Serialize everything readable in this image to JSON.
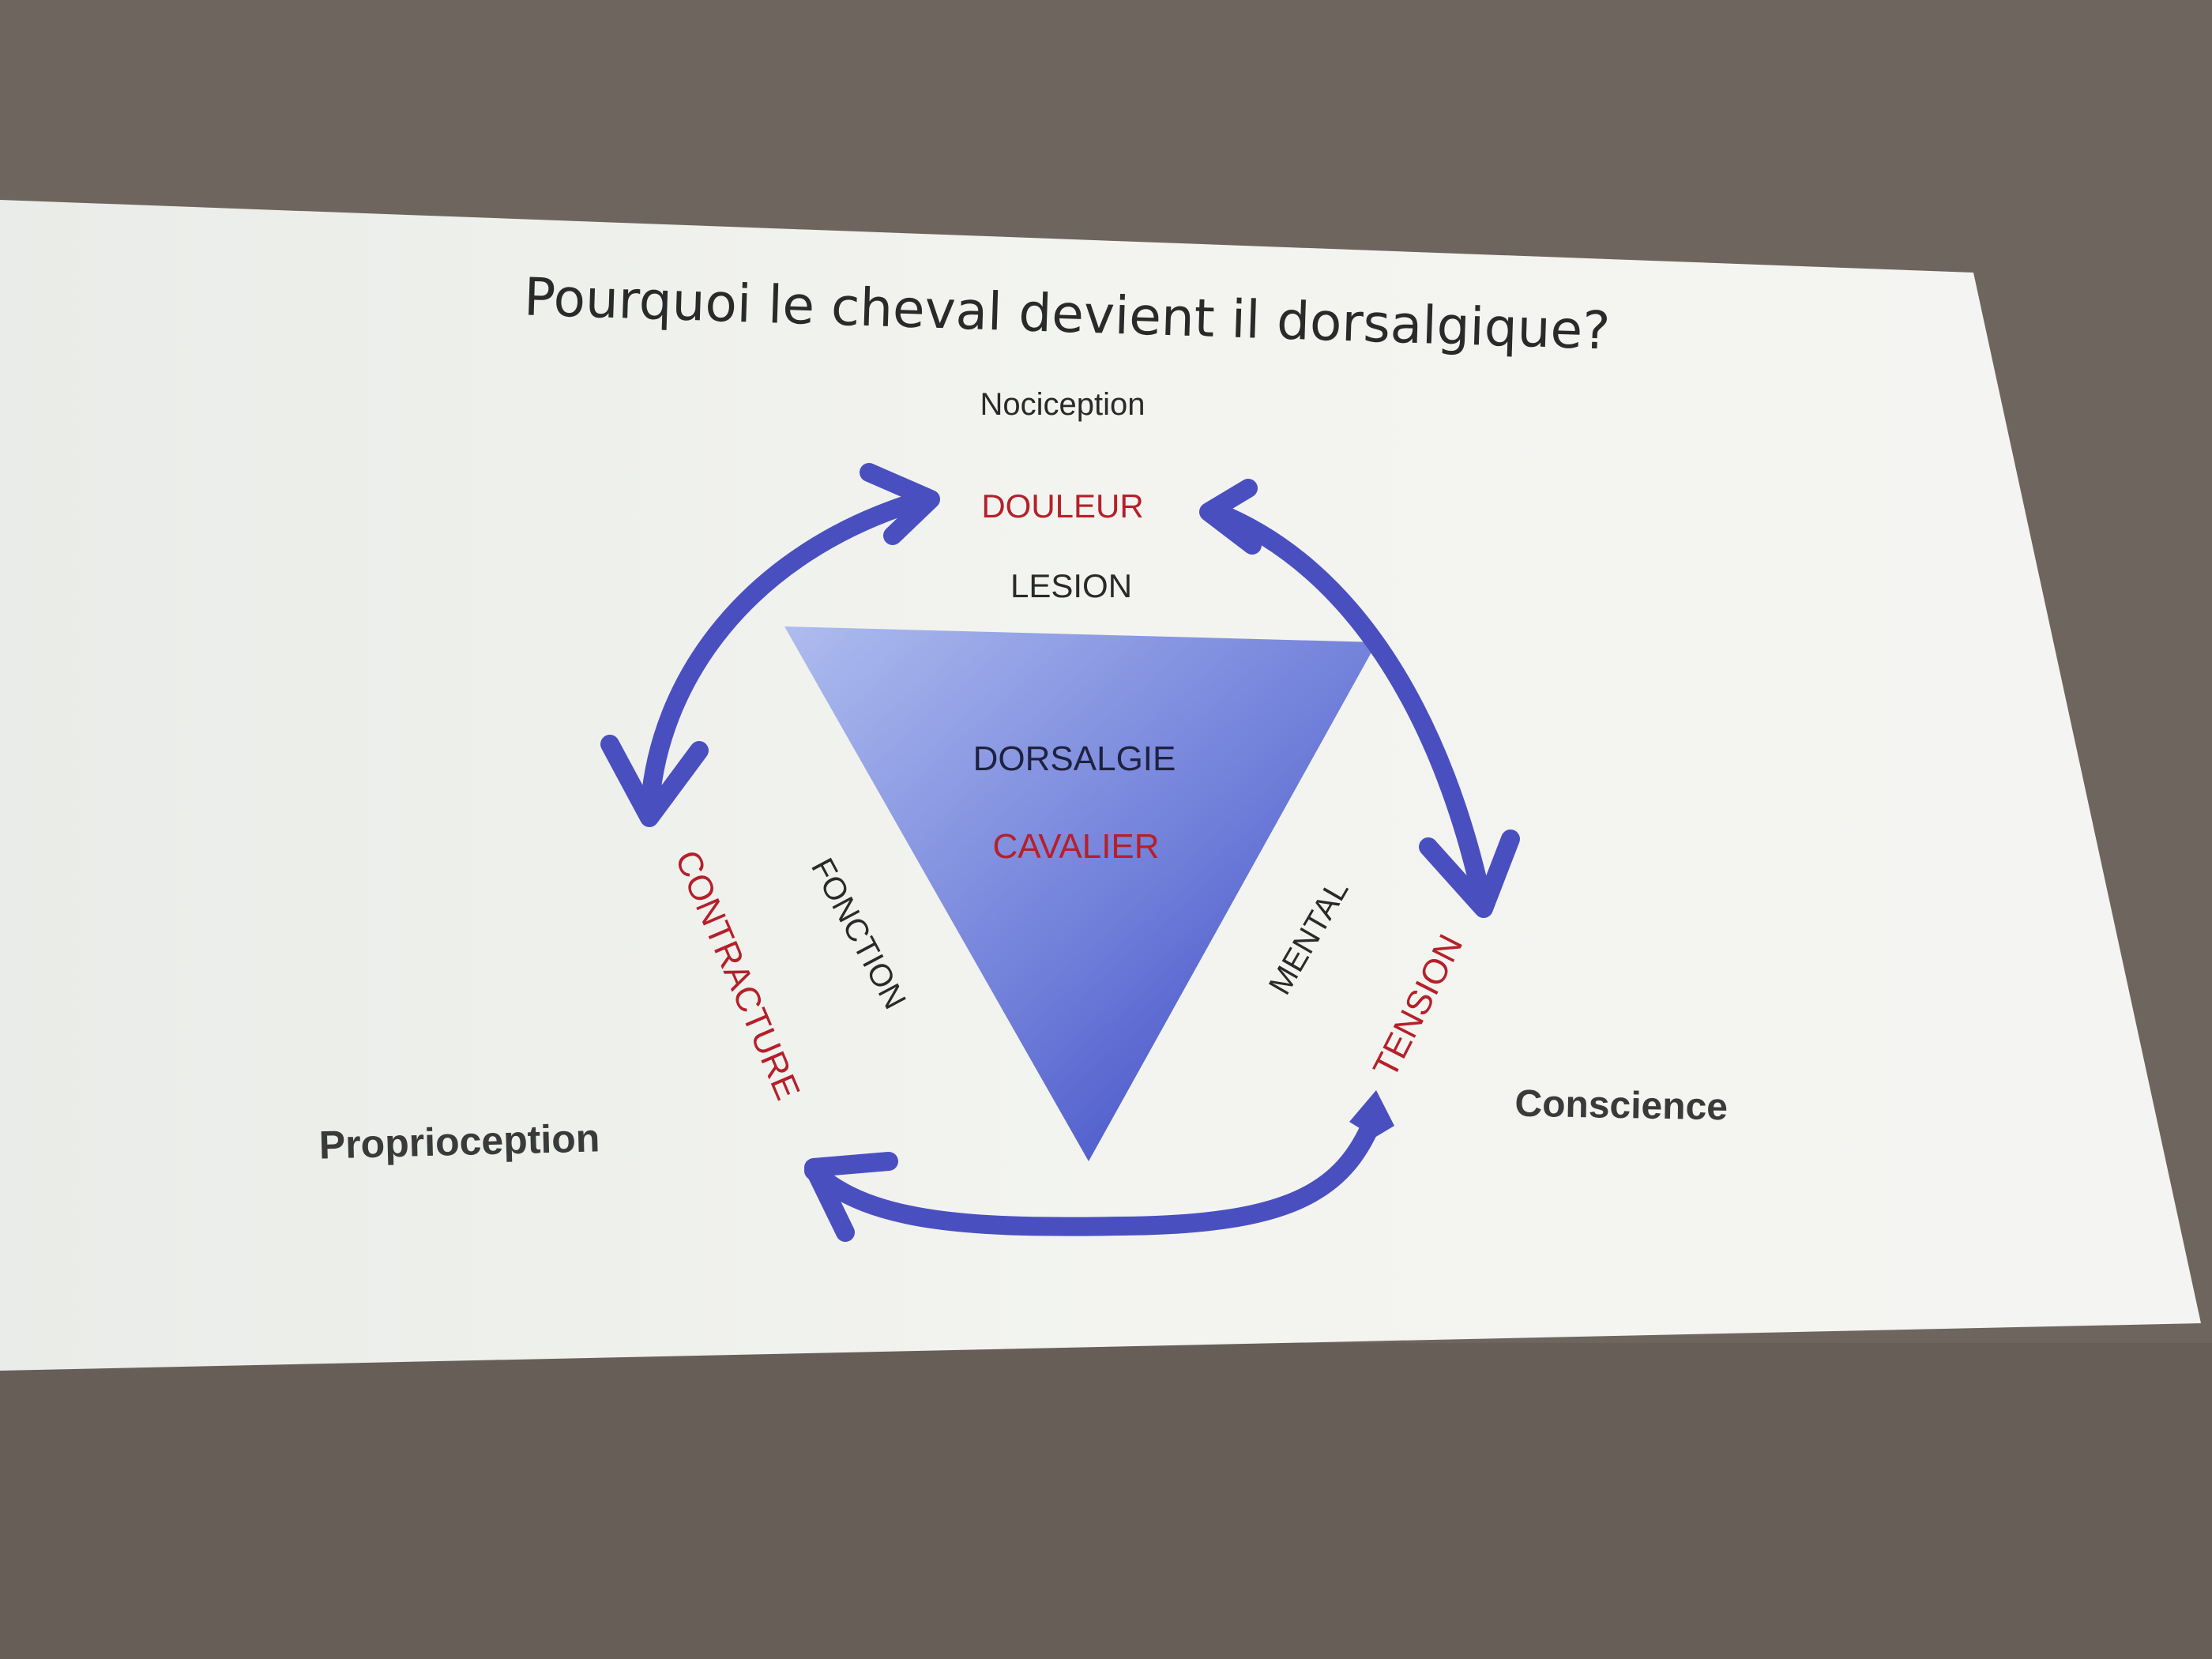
{
  "slide": {
    "title": "Pourquoi le cheval devient il dorsalgique?"
  },
  "diagram": {
    "outer_labels": {
      "top": "Nociception",
      "left": "Proprioception",
      "right": "Conscience"
    },
    "cycle_labels": {
      "top": "DOULEUR",
      "left": "CONTRACTURE",
      "right": "TENSION"
    },
    "triangle_side_labels": {
      "top": "LESION",
      "left": "FONCTION",
      "right": "MENTAL"
    },
    "center": {
      "line1": "DORSALGIE",
      "line2": "CAVALIER"
    }
  },
  "colors": {
    "projector_wall": "#6e655e",
    "slide_background": "#f2f3ef",
    "arrow_blue": "#4a4fc0",
    "triangle_light": "#a9b7ee",
    "triangle_dark": "#3a45c4",
    "accent_red": "#b5202a",
    "text_dark": "#2a2a2a"
  }
}
